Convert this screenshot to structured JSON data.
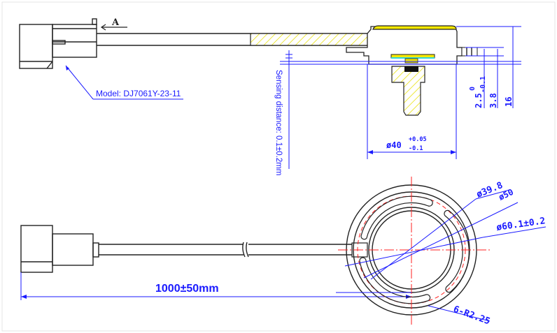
{
  "drawing": {
    "view_label": "A",
    "model_label": "Model: DJ7061Y-23-11",
    "sensing_distance": "Sensing distance: 0.1±0.2mm",
    "cable_length": "1000±50mm",
    "diameter_40": "ø40",
    "diameter_40_tol_upper": "+0.05",
    "diameter_40_tol_lower": "-0.1",
    "dim_2_5": "2.5",
    "dim_2_5_tol_upper": "0",
    "dim_2_5_tol_lower": "-0.1",
    "dim_3_8": "3.8",
    "dim_16": "16",
    "diameter_39_8": "ø39.8",
    "diameter_50": "ø50",
    "diameter_60_1": "ø60.1±0.2",
    "slot_radius": "6-R2.25"
  },
  "colors": {
    "dimension": "#1a1aff",
    "centerline": "#ff2020",
    "hatch": "#ffff33",
    "outline": "#222222"
  }
}
